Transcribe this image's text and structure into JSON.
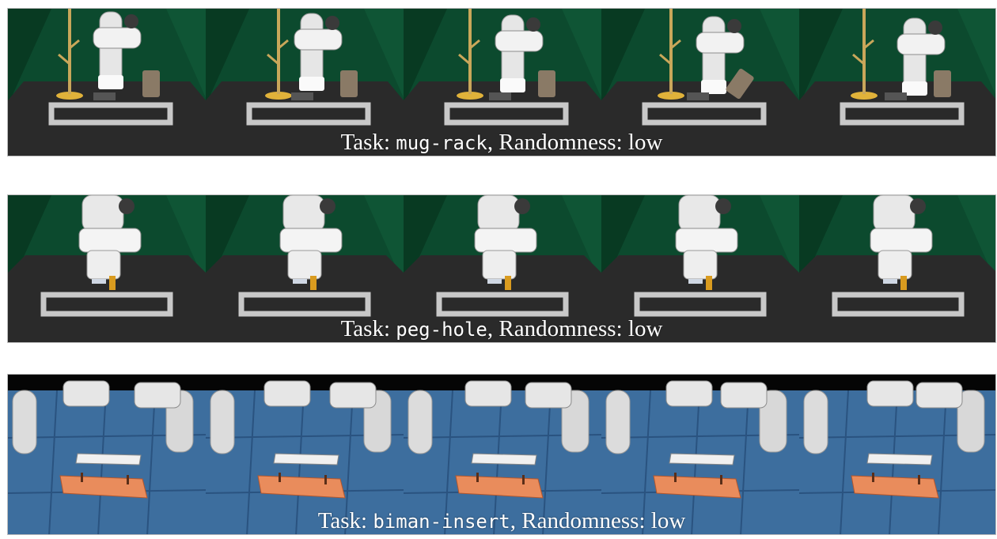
{
  "figure": {
    "rows": [
      {
        "task_prefix": "Task: ",
        "task_name": "mug-rack",
        "task_suffix": ", Randomness: low",
        "frames": 5,
        "scene": "green-curtain-table-mug-rack"
      },
      {
        "task_prefix": "Task: ",
        "task_name": "peg-hole",
        "task_suffix": ", Randomness: low",
        "frames": 5,
        "scene": "green-curtain-table-peg-hole"
      },
      {
        "task_prefix": "Task: ",
        "task_name": "biman-insert",
        "task_suffix": ", Randomness: low",
        "frames": 5,
        "scene": "blue-tile-bimanual-insert"
      }
    ],
    "colors": {
      "curtain": "#0c4a2e",
      "table": "#2a2a2a",
      "tile": "#3d6e9e",
      "board": "#e98c5c",
      "caption": "#ffffff"
    }
  }
}
